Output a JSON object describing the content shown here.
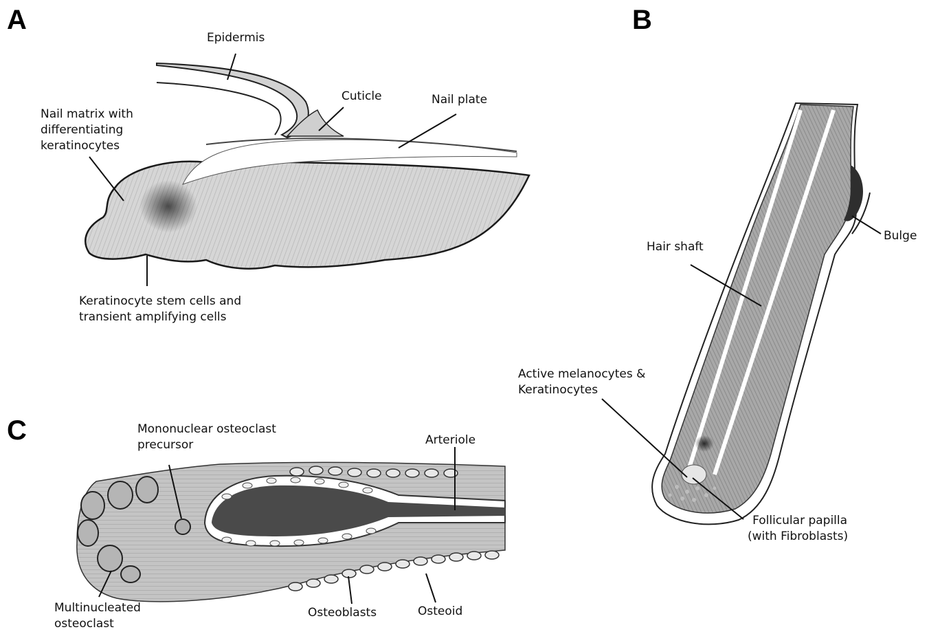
{
  "panels": {
    "a": {
      "letter": "A",
      "labels": {
        "epidermis": "Epidermis",
        "cuticle": "Cuticle",
        "nail_plate": "Nail plate",
        "nail_matrix": [
          "Nail matrix with",
          "differentiating",
          "keratinocytes"
        ],
        "stem_cells": [
          "Keratinocyte stem cells and",
          "transient amplifying cells"
        ]
      }
    },
    "b": {
      "letter": "B",
      "labels": {
        "bulge": "Bulge",
        "hair_shaft": "Hair shaft",
        "melanocytes": [
          "Active melanocytes &",
          "Keratinocytes"
        ],
        "papilla": [
          "Follicular papilla",
          "(with Fibroblasts)"
        ]
      }
    },
    "c": {
      "letter": "C",
      "labels": {
        "precursor": [
          "Mononuclear osteoclast",
          "precursor"
        ],
        "arteriole": "Arteriole",
        "multinucleated": [
          "Multinucleated",
          "osteoclast"
        ],
        "osteoblasts": "Osteoblasts",
        "osteoid": "Osteoid"
      }
    }
  },
  "colors": {
    "ink": "#111111",
    "tissue": "#cfcfcf",
    "tissue_dark": "#8a8a8a",
    "lumen": "#4a4a4a"
  }
}
